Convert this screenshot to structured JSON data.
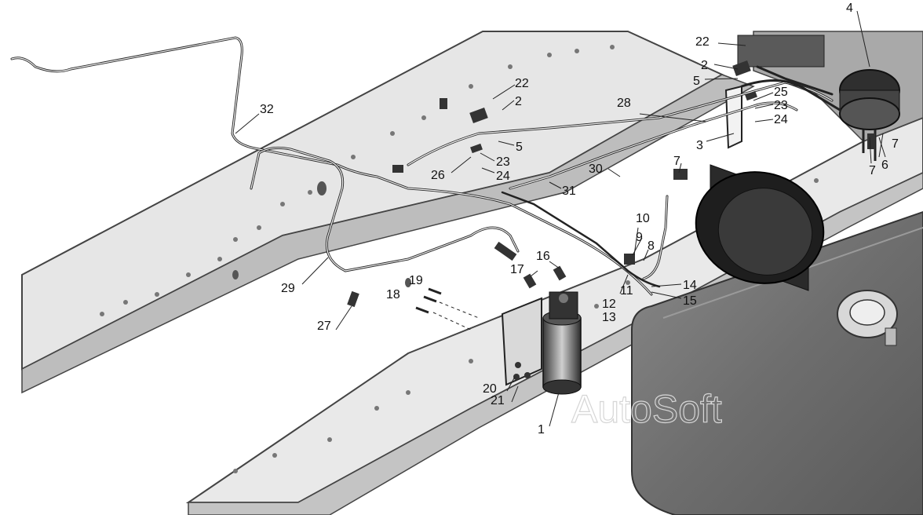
{
  "diagram": {
    "watermark": "AutoSoft",
    "callouts": [
      {
        "id": "c1",
        "text": "1"
      },
      {
        "id": "c2a",
        "text": "2"
      },
      {
        "id": "c2b",
        "text": "2"
      },
      {
        "id": "c3",
        "text": "3"
      },
      {
        "id": "c4",
        "text": "4"
      },
      {
        "id": "c5a",
        "text": "5"
      },
      {
        "id": "c5b",
        "text": "5"
      },
      {
        "id": "c6",
        "text": "6"
      },
      {
        "id": "c7a",
        "text": "7"
      },
      {
        "id": "c7b",
        "text": "7"
      },
      {
        "id": "c7c",
        "text": "7"
      },
      {
        "id": "c8",
        "text": "8"
      },
      {
        "id": "c9",
        "text": "9"
      },
      {
        "id": "c10",
        "text": "10"
      },
      {
        "id": "c11",
        "text": "11"
      },
      {
        "id": "c12",
        "text": "12"
      },
      {
        "id": "c13",
        "text": "13"
      },
      {
        "id": "c14",
        "text": "14"
      },
      {
        "id": "c15",
        "text": "15"
      },
      {
        "id": "c16",
        "text": "16"
      },
      {
        "id": "c17",
        "text": "17"
      },
      {
        "id": "c18",
        "text": "18"
      },
      {
        "id": "c19",
        "text": "19"
      },
      {
        "id": "c20",
        "text": "20"
      },
      {
        "id": "c21",
        "text": "21"
      },
      {
        "id": "c22a",
        "text": "22"
      },
      {
        "id": "c22b",
        "text": "22"
      },
      {
        "id": "c23a",
        "text": "23"
      },
      {
        "id": "c23b",
        "text": "23"
      },
      {
        "id": "c24a",
        "text": "24"
      },
      {
        "id": "c24b",
        "text": "24"
      },
      {
        "id": "c25",
        "text": "25"
      },
      {
        "id": "c26",
        "text": "26"
      },
      {
        "id": "c27",
        "text": "27"
      },
      {
        "id": "c28",
        "text": "28"
      },
      {
        "id": "c29",
        "text": "29"
      },
      {
        "id": "c30",
        "text": "30"
      },
      {
        "id": "c31",
        "text": "31"
      },
      {
        "id": "c32",
        "text": "32"
      }
    ]
  }
}
